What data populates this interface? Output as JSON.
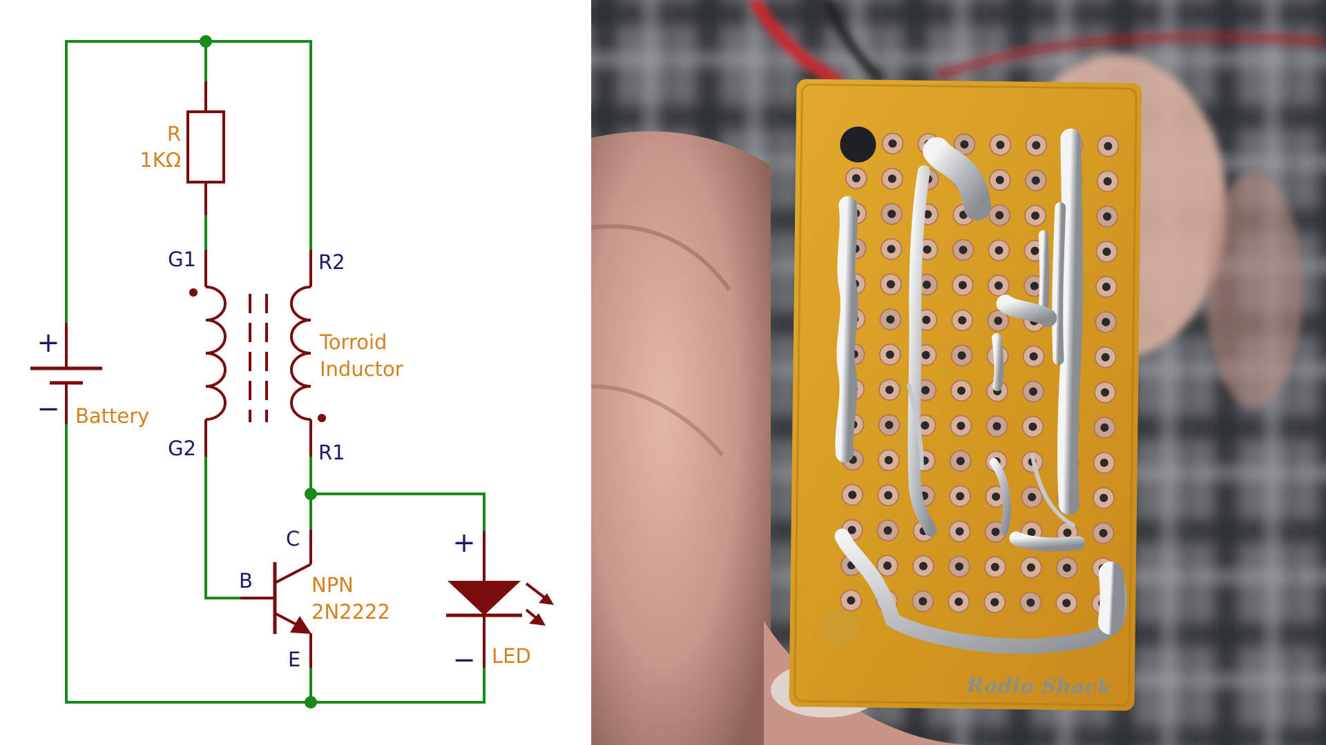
{
  "schematic": {
    "resistor": {
      "name": "R",
      "value": "1KΩ"
    },
    "inductor": {
      "label_line1": "Torroid",
      "label_line2": "Inductor"
    },
    "pins": {
      "g1": "G1",
      "g2": "G2",
      "r1": "R1",
      "r2": "R2",
      "c": "C",
      "b": "B",
      "e": "E"
    },
    "transistor": {
      "type": "NPN",
      "part": "2N2222"
    },
    "battery": {
      "label": "Battery",
      "plus": "+",
      "minus": "−"
    },
    "led": {
      "label": "LED",
      "plus": "+",
      "minus": "−"
    },
    "colors": {
      "wire": "#1a8a1a",
      "component": "#7a0c0c",
      "pin_label": "#1a1a66",
      "value_label": "#d4811d"
    }
  },
  "photo": {
    "board_stamp": "Radio Shack"
  }
}
